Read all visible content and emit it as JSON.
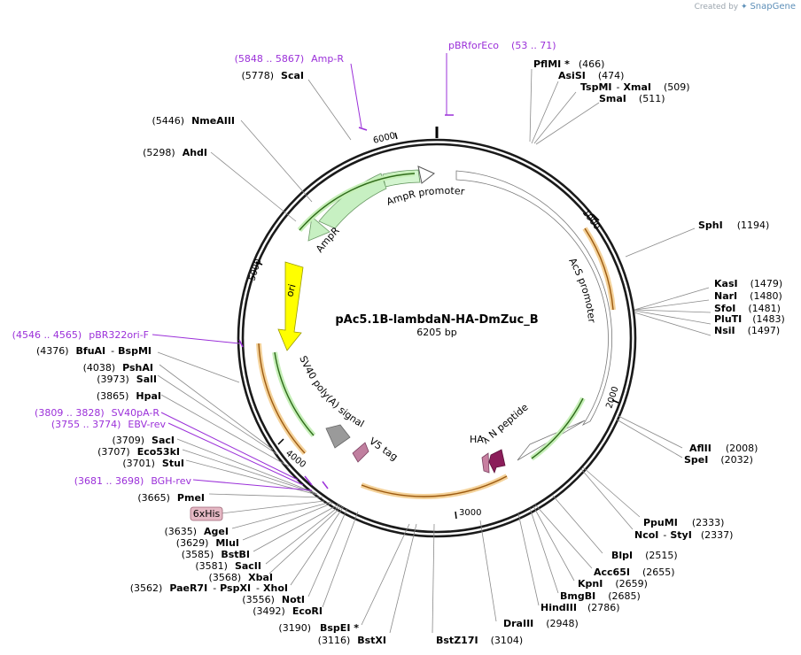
{
  "credit": {
    "prefix": "Created by",
    "brand": "SnapGene",
    "logo_icon": "snapgene-logo-icon"
  },
  "plasmid": {
    "name": "pAc5.1B-lambdaN-HA-DmZuc_B",
    "length_label": "6205 bp",
    "length_bp": 6205
  },
  "ticks": [
    {
      "label": "1000",
      "pos": 1000
    },
    {
      "label": "2000",
      "pos": 2000
    },
    {
      "label": "3000",
      "pos": 3000
    },
    {
      "label": "4000",
      "pos": 4000
    },
    {
      "label": "5000",
      "pos": 5000
    },
    {
      "label": "6000",
      "pos": 6000
    }
  ],
  "features": [
    {
      "name": "AmpR promoter",
      "color": "#d4f5d0"
    },
    {
      "name": "AmpR",
      "color": "#c7f0c2"
    },
    {
      "name": "AcS promoter",
      "color": "#ffffff"
    },
    {
      "name": "ori",
      "color": "#ffff00"
    },
    {
      "name": "SV40 poly(A) signal",
      "color": "#999999"
    },
    {
      "name": "V5 tag",
      "color": "#c07f9f"
    },
    {
      "name": "HA",
      "color": "#c77fa0"
    },
    {
      "name": "λ N peptide",
      "color": "#8b1d5a"
    }
  ],
  "sites": [
    {
      "pos": "(466)",
      "name": "PflMI *"
    },
    {
      "pos": "(474)",
      "name": "AsiSI"
    },
    {
      "pos": "(509)",
      "name": "TspMI",
      "name2": "XmaI"
    },
    {
      "pos": "(511)",
      "name": "SmaI"
    },
    {
      "pos": "(1194)",
      "name": "SphI"
    },
    {
      "pos": "(1479)",
      "name": "KasI"
    },
    {
      "pos": "(1480)",
      "name": "NarI"
    },
    {
      "pos": "(1481)",
      "name": "SfoI"
    },
    {
      "pos": "(1483)",
      "name": "PluTI"
    },
    {
      "pos": "(1497)",
      "name": "NsiI"
    },
    {
      "pos": "(2008)",
      "name": "AflII"
    },
    {
      "pos": "(2032)",
      "name": "SpeI"
    },
    {
      "pos": "(2333)",
      "name": "PpuMI"
    },
    {
      "pos": "(2337)",
      "name": "NcoI",
      "name2": "StyI"
    },
    {
      "pos": "(2515)",
      "name": "BlpI"
    },
    {
      "pos": "(2655)",
      "name": "Acc65I"
    },
    {
      "pos": "(2659)",
      "name": "KpnI"
    },
    {
      "pos": "(2685)",
      "name": "BmgBI"
    },
    {
      "pos": "(2786)",
      "name": "HindIII"
    },
    {
      "pos": "(2948)",
      "name": "DraIII"
    },
    {
      "pos": "(3104)",
      "name": "BstZ17I"
    },
    {
      "pos": "(3116)",
      "name": "BstXI"
    },
    {
      "pos": "(3190)",
      "name": "BspEI *"
    },
    {
      "pos": "(3492)",
      "name": "EcoRI"
    },
    {
      "pos": "(3556)",
      "name": "NotI"
    },
    {
      "pos": "(3562)",
      "name": "PaeR7I",
      "name2": "PspXI",
      "name3": "XhoI"
    },
    {
      "pos": "(3568)",
      "name": "XbaI"
    },
    {
      "pos": "(3581)",
      "name": "SacII"
    },
    {
      "pos": "(3585)",
      "name": "BstBI"
    },
    {
      "pos": "(3629)",
      "name": "MluI"
    },
    {
      "pos": "(3635)",
      "name": "AgeI"
    },
    {
      "pos": "(3665)",
      "name": "PmeI"
    },
    {
      "pos": "(3701)",
      "name": "StuI"
    },
    {
      "pos": "(3707)",
      "name": "Eco53kI"
    },
    {
      "pos": "(3709)",
      "name": "SacI"
    },
    {
      "pos": "(3865)",
      "name": "HpaI"
    },
    {
      "pos": "(3973)",
      "name": "SalI"
    },
    {
      "pos": "(4038)",
      "name": "PshAI"
    },
    {
      "pos": "(4376)",
      "name": "BfuAI",
      "name2": "BspMI"
    },
    {
      "pos": "(5298)",
      "name": "AhdI"
    },
    {
      "pos": "(5446)",
      "name": "NmeAIII"
    },
    {
      "pos": "(5778)",
      "name": "ScaI"
    }
  ],
  "primers": [
    {
      "range": "(5848 .. 5867)",
      "name": "Amp-R"
    },
    {
      "range": "(53 .. 71)",
      "name": "pBRforEco"
    },
    {
      "range": "(4546 .. 4565)",
      "name": "pBR322ori-F"
    },
    {
      "range": "(3809 .. 3828)",
      "name": "SV40pA-R"
    },
    {
      "range": "(3755 .. 3774)",
      "name": "EBV-rev"
    },
    {
      "range": "(3681 .. 3698)",
      "name": "BGH-rev"
    }
  ],
  "his_tag": "6xHis"
}
